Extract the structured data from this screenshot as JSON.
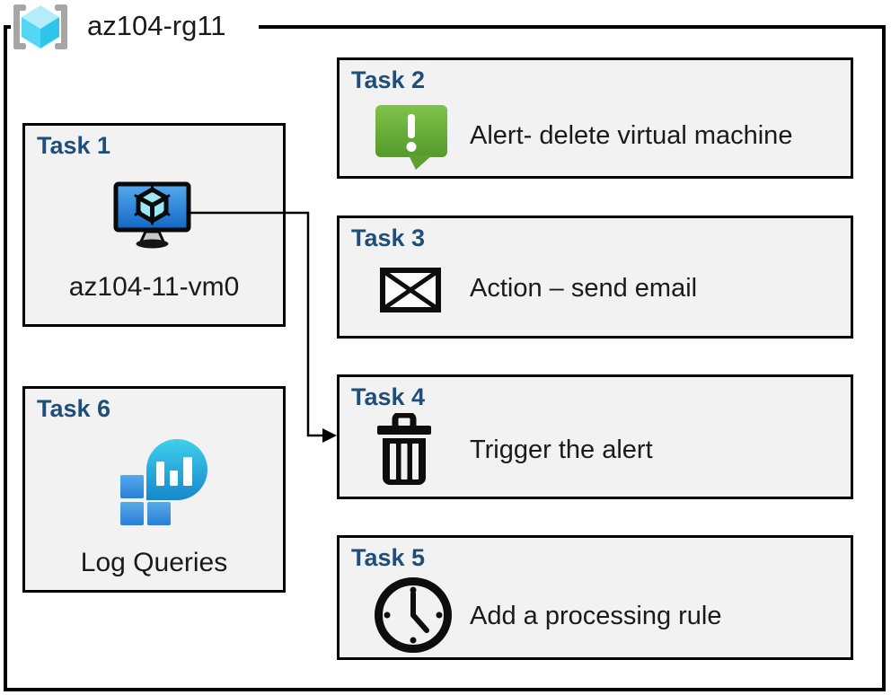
{
  "diagram": {
    "title": "az104-rg11",
    "resource_group_icon": "resource-group-icon",
    "tasks": [
      {
        "title": "Task 1",
        "label": "az104-11-vm0",
        "icon": "virtual-machine-icon"
      },
      {
        "title": "Task 2",
        "label": "Alert- delete virtual machine",
        "icon": "alert-message-icon"
      },
      {
        "title": "Task 3",
        "label": "Action – send email",
        "icon": "email-envelope-icon"
      },
      {
        "title": "Task 4",
        "label": "Trigger the alert",
        "icon": "trash-delete-icon"
      },
      {
        "title": "Task 5",
        "label": "Add a processing rule",
        "icon": "clock-icon"
      },
      {
        "title": "Task 6",
        "label": "Log Queries",
        "icon": "log-queries-icon"
      }
    ],
    "connector": {
      "from": "Task 1 virtual machine",
      "to": "Task 4"
    },
    "colors": {
      "task_title_blue": "#1F4E79",
      "box_fill": "#F2F2F2",
      "box_border": "#000000",
      "alert_green_top": "#7EC34A",
      "alert_green_bottom": "#55992A",
      "vm_screen_blue_top": "#58ABEE",
      "vm_screen_blue_bottom": "#1166C4",
      "log_bubble_teal_top": "#3FD0EC",
      "log_bubble_teal_bottom": "#1787CC",
      "log_square_blue_top": "#55AAEA",
      "log_square_blue_bottom": "#2B7FD6",
      "rg_cube_top": "#B5ECF9",
      "rg_cube_left": "#53D7F3",
      "rg_cube_right": "#2CC6EC",
      "bracket_gray": "#A6A6A6"
    }
  }
}
